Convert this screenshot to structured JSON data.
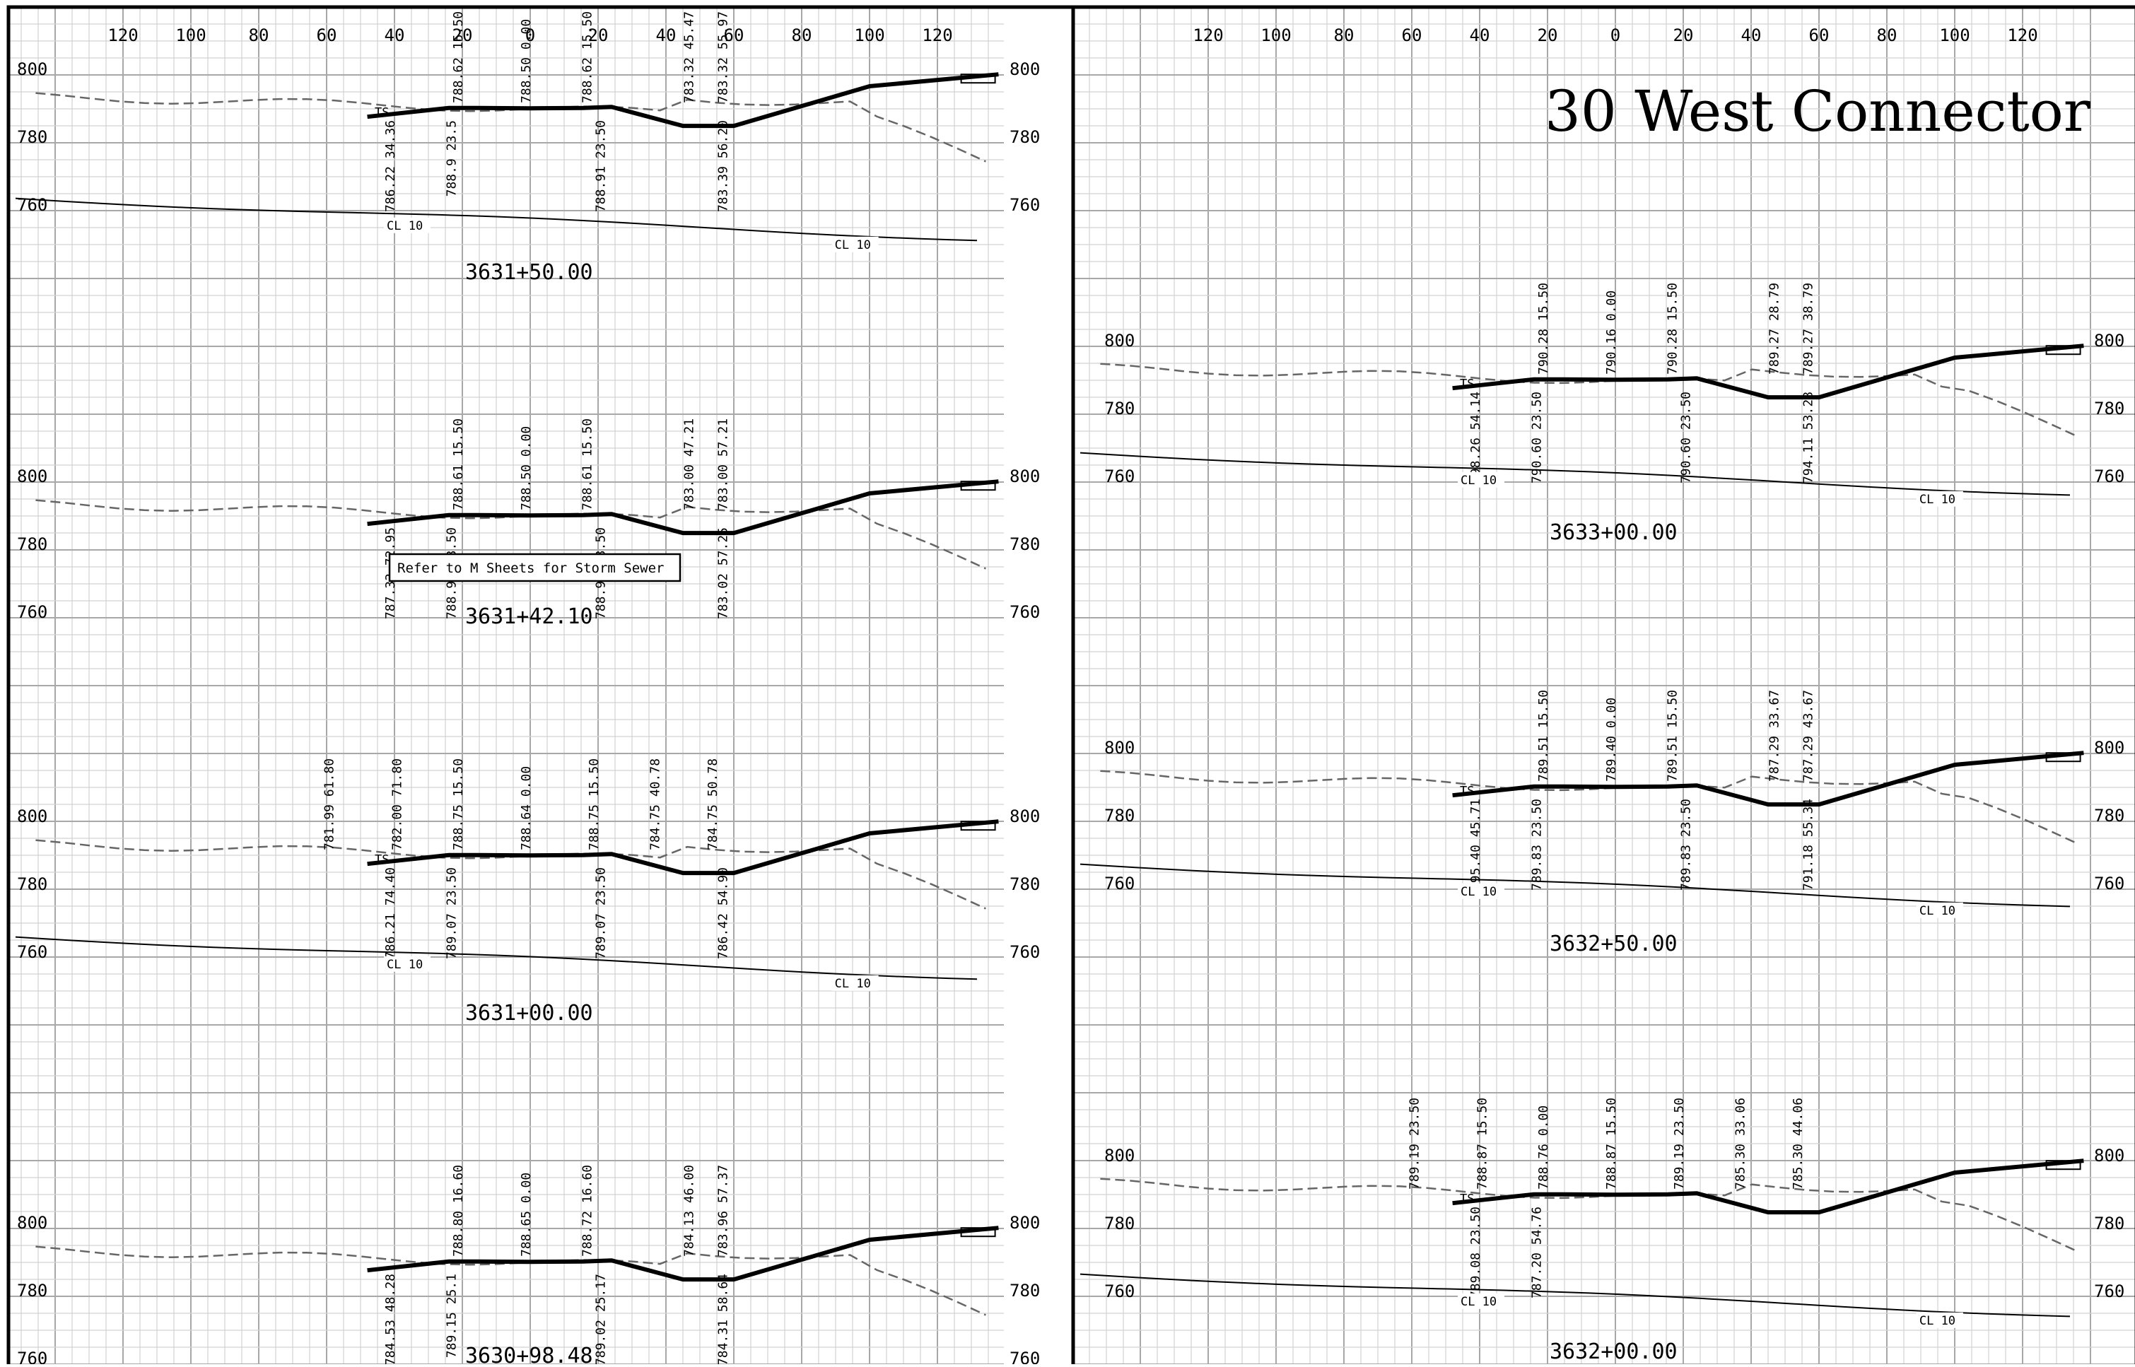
{
  "sheet": {
    "title": "30 West Connector",
    "note": "Refer to M Sheets for Storm Sewer",
    "offset_ticks": [
      "120",
      "100",
      "80",
      "60",
      "40",
      "20",
      "0",
      "20",
      "40",
      "60",
      "80",
      "100",
      "120"
    ],
    "elev_800": "800",
    "elev_780": "780",
    "elev_760": "760",
    "profile_label": "CL 10",
    "ts_label": "TS"
  },
  "sections": [
    {
      "station": "3631+50.00",
      "labels_top": [
        "788.62 15.50",
        "788.50 0.00",
        "788.62 15.50",
        "783.32 45.47",
        "783.32 55.97"
      ],
      "labels_bottom": [
        "786.22 34.36",
        "788.9 23.5",
        "788.91 23.50",
        "783.39 56.20"
      ]
    },
    {
      "station": "3631+42.10",
      "labels_top": [
        "788.61 15.50",
        "788.50 0.00",
        "788.61 15.50",
        "783.00 47.21",
        "783.00 57.21"
      ],
      "labels_bottom": [
        "787.33 72.95",
        "788.93 23.50",
        "788.93 23.50",
        "783.02 57.25"
      ]
    },
    {
      "station": "3631+00.00",
      "labels_top": [
        "781.99 61.80",
        "782.00 71.80",
        "788.75 15.50",
        "788.64 0.00",
        "788.75 15.50",
        "784.75 40.78",
        "784.75 50.78"
      ],
      "labels_bottom": [
        "786.21 74.40",
        "789.07 23.50",
        "789.07 23.50",
        "786.42 54.90"
      ]
    },
    {
      "station": "3630+98.48",
      "labels_top": [
        "788.80 16.60",
        "788.65 0.00",
        "788.72 16.60",
        "784.13 46.00",
        "783.96 57.37"
      ],
      "labels_bottom": [
        "784.53 48.28",
        "789.15 25.1",
        "789.02 25.17",
        "784.31 58.64"
      ]
    },
    {
      "station": "3633+00.00",
      "labels_top": [
        "790.28 15.50",
        "790.16 0.00",
        "790.28 15.50",
        "789.27 28.79",
        "789.27 38.79"
      ],
      "labels_bottom": [
        "798.26 54.14",
        "790.60 23.50",
        "790.60 23.50",
        "794.11 53.28"
      ]
    },
    {
      "station": "3632+50.00",
      "labels_top": [
        "789.51 15.50",
        "789.40 0.00",
        "789.51 15.50",
        "787.29 33.67",
        "787.29 43.67"
      ],
      "labels_bottom": [
        "795.40 45.71",
        "789.83 23.50",
        "789.83 23.50",
        "791.18 55.34"
      ]
    },
    {
      "station": "3632+00.00",
      "labels_top": [
        "789.19 23.50",
        "788.87 15.50",
        "788.76 0.00",
        "788.87 15.50",
        "789.19 23.50",
        "785.30 33.06",
        "785.30 44.06"
      ],
      "labels_bottom": [
        "789.08 23.50",
        "787.20 54.76"
      ]
    }
  ]
}
